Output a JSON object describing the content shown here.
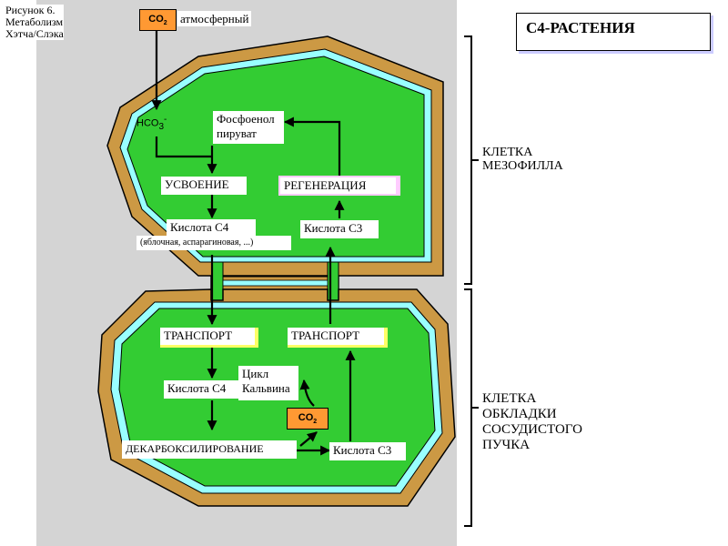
{
  "caption": {
    "line1": "Рисунок 6.",
    "line2": "Метаболизм",
    "line3": "Хэтча/Слэка"
  },
  "title": "С4-РАСТЕНИЯ",
  "atmosphere": {
    "co2_text": "CO",
    "co2_sub": "2",
    "label": "атмосферный"
  },
  "mesophyll": {
    "side_label_line1": "КЛЕТКА",
    "side_label_line2": "МЕЗОФИЛЛА",
    "hco3_text": "HCO",
    "hco3_sub": "3",
    "hco3_sup": "-",
    "pep_line1": "Фосфоенол",
    "pep_line2": "пируват",
    "assimilation": "УСВОЕНИЕ",
    "regeneration": "РЕГЕНЕРАЦИЯ",
    "c4_acid": "Кислота С4",
    "c4_acid_examples": "(яблочная, аспарагиновая, ...)",
    "c3_acid": "Кислота С3"
  },
  "bundle_sheath": {
    "side_label_line1": "КЛЕТКА",
    "side_label_line2": "ОБКЛАДКИ",
    "side_label_line3": "СОСУДИСТОГО",
    "side_label_line4": "ПУЧКА",
    "transport_left": "ТРАНСПОРТ",
    "transport_right": "ТРАНСПОРТ",
    "c4_acid": "Кислота С4",
    "calvin_line1": "Цикл",
    "calvin_line2": "Кальвина",
    "co2_text": "CO",
    "co2_sub": "2",
    "decarboxylation": "ДЕКАРБОКСИЛИРОВАНИЕ",
    "c3_acid": "Кислота С3"
  },
  "colors": {
    "cytoplasm": "#33cc33",
    "membrane": "#99ffff",
    "cell_wall": "#cc9944",
    "background": "#d4d4d4",
    "co2_box": "#ff9933"
  }
}
